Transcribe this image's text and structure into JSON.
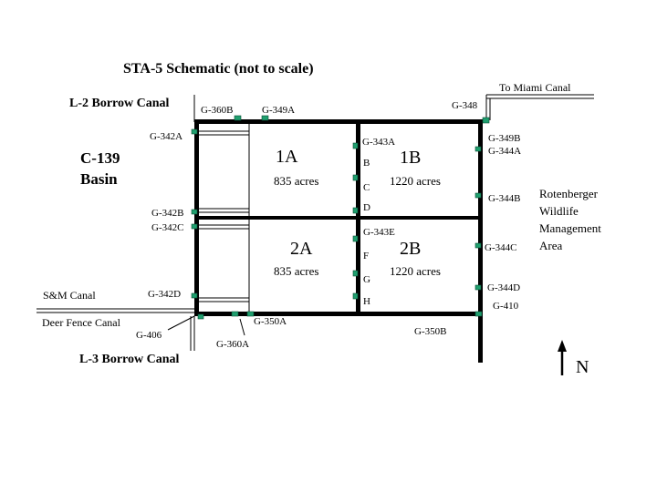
{
  "title": "STA-5 Schematic (not to scale)",
  "canals": {
    "to_miami": "To Miami Canal",
    "l2": "L-2 Borrow Canal",
    "l3": "L-3 Borrow Canal",
    "sm": "S&M Canal",
    "deer_fence": "Deer Fence Canal"
  },
  "basin": {
    "line1": "C-139",
    "line2": "Basin"
  },
  "cells": {
    "1a": {
      "name": "1A",
      "acres": "835  acres"
    },
    "1b": {
      "name": "1B",
      "acres": "1220 acres"
    },
    "2a": {
      "name": "2A",
      "acres": "835  acres"
    },
    "2b": {
      "name": "2B",
      "acres": "1220 acres"
    }
  },
  "gates": {
    "g360b": "G-360B",
    "g349a": "G-349A",
    "g348": "G-348",
    "g342a": "G-342A",
    "g343a": "G-343A",
    "g349b": "G-349B",
    "g344a": "G-344A",
    "b": "B",
    "c": "C",
    "d": "D",
    "g344b": "G-344B",
    "g342b": "G-342B",
    "g342c": "G-342C",
    "g343e": "G-343E",
    "f": "F",
    "g": "G",
    "g344c": "G-344C",
    "g342d": "G-342D",
    "h": "H",
    "g344d": "G-344D",
    "g410": "G-410",
    "g406": "G-406",
    "g350a": "G-350A",
    "g360a": "G-360A",
    "g350b": "G-350B"
  },
  "wildlife": {
    "line1": "Rotenberger",
    "line2": "Wildlife",
    "line3": "Management",
    "line4": "Area"
  },
  "north": "N",
  "colors": {
    "gate": "#1f9e6e",
    "line": "#000000"
  }
}
